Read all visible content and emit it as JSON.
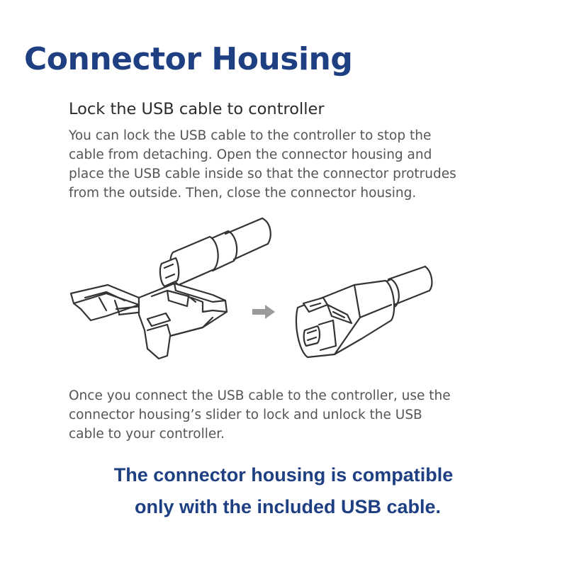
{
  "title": "Connector Housing",
  "heading": "Lock the USB cable to controller",
  "paragraph_1": [
    "You can lock the USB cable to the controller to stop the",
    "cable from detaching. Open the connector housing and",
    "place the USB cable inside so that the connector protrudes",
    "from the outside. Then, close the connector housing."
  ],
  "paragraph_2": [
    "Once you connect the USB cable to the controller, use the",
    "connector housing’s slider to lock and unlock the USB",
    "cable to your controller."
  ],
  "note": [
    "The connector housing is compatible",
    "only with the included USB cable."
  ],
  "colors": {
    "title": "#1e3f82",
    "body_text": "#555555",
    "heading_text": "#2b2b2b",
    "arrow": "#9a9a9a"
  },
  "illustration": {
    "left_figure": "open-connector-housing-with-usb-c-cable",
    "arrow": "arrow-right-icon",
    "right_figure": "closed-connector-housing-with-cable"
  }
}
